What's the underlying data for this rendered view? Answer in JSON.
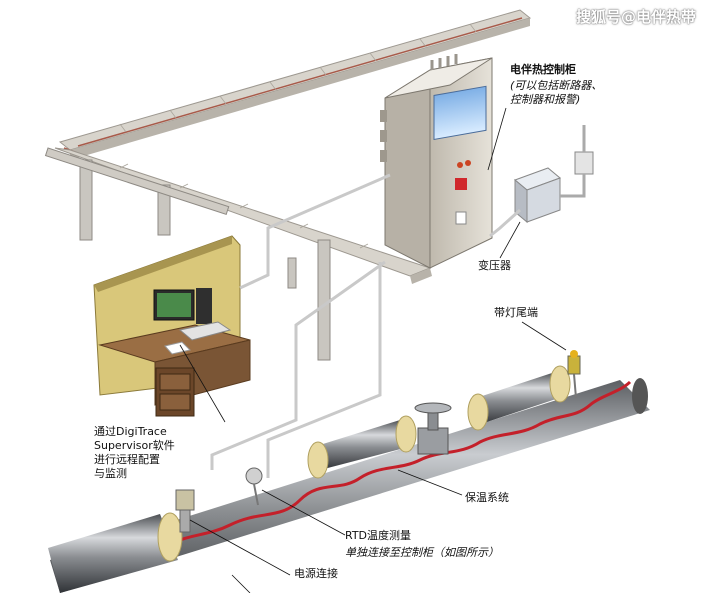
{
  "watermark": "搜狐号@电伴热带",
  "labels": {
    "cabinet_title": "电伴热控制柜",
    "cabinet_note_1": "(可以包括断路器、",
    "cabinet_note_2": "控制器和报警)",
    "transformer": "变压器",
    "end_light": "带灯尾端",
    "software_1": "通过DigiTrace",
    "software_2": "Supervisor软件",
    "software_3": "进行远程配置",
    "software_4": "与监测",
    "insulation": "保温系统",
    "rtd": "RTD温度测量",
    "rtd_note": "单独连接至控制柜（如图所示）",
    "power": "电源连接"
  },
  "colors": {
    "heat_cable": "#c4202a",
    "insulation_band": "#e8d9a0",
    "pipe": "#8f9295",
    "tray": "#d8d4cc",
    "cabinet": "#dcd7cc",
    "desk": "#7a5535",
    "wall": "#d9c77a"
  }
}
